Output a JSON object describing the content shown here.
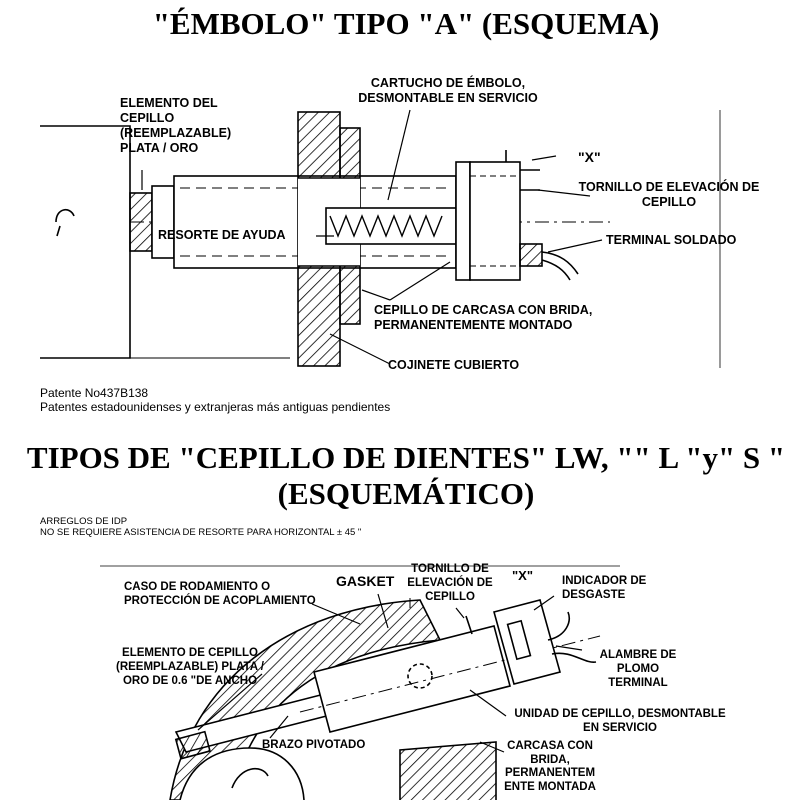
{
  "top_section": {
    "title": "\"ÉMBOLO\" TIPO \"A\" (ESQUEMA)",
    "labels": {
      "element": [
        "ELEMENTO DEL",
        "CEPILLO",
        "(REEMPLAZABLE)",
        "PLATA / ORO"
      ],
      "cartridge": [
        "CARTUCHO DE ÉMBOLO,",
        "DESMONTABLE EN SERVICIO"
      ],
      "x_mark": "\"X\"",
      "lift_screw": [
        "TORNILLO DE ELEVACIÓN DE",
        "CEPILLO"
      ],
      "spring": "RESORTE DE AYUDA",
      "terminal": "TERMINAL SOLDADO",
      "housing": [
        "CEPILLO DE CARCASA CON BRIDA,",
        "PERMANENTEMENTE MONTADO"
      ],
      "bearing": "COJINETE CUBIERTO"
    },
    "patent": "Patente No437B138",
    "patent_note": "Patentes estadounidenses y extranjeras más antiguas pendientes"
  },
  "bottom_section": {
    "title_line1": "TIPOS DE \"CEPILLO DE DIENTES\" LW, \"\" L \"y\" S \"",
    "title_line2": "(ESQUEMÁTICO)",
    "note1": "ARREGLOS DE IDP",
    "note2": "NO SE REQUIERE ASISTENCIA DE RESORTE PARA HORIZONTAL ± 45 \"",
    "labels": {
      "housing_case": [
        "CASO DE RODAMIENTO O",
        "PROTECCIÓN DE ACOPLAMIENTO"
      ],
      "gasket": "GASKET",
      "lift_screw": [
        "TORNILLO DE",
        "ELEVACIÓN DE",
        "CEPILLO"
      ],
      "x_mark": "\"X\"",
      "wear_indicator": [
        "INDICADOR DE",
        "DESGASTE"
      ],
      "element": [
        "ELEMENTO DE CEPILLO",
        "(REEMPLAZABLE) PLATA /",
        "ORO DE 0.6 \"DE ANCHO"
      ],
      "lead_wire": [
        "ALAMBRE DE",
        "PLOMO",
        "TERMINAL"
      ],
      "brush_unit": [
        "UNIDAD DE CEPILLO, DESMONTABLE",
        "EN SERVICIO"
      ],
      "arm": "BRAZO PIVOTADO",
      "housing": [
        "CARCASA CON",
        "BRIDA,",
        "PERMANENTEM",
        "ENTE MONTADA"
      ]
    }
  }
}
